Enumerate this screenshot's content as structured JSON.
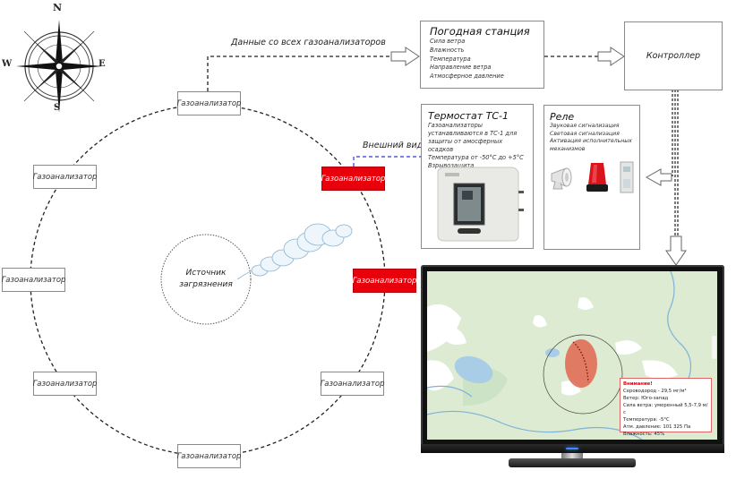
{
  "compass": {
    "north": "N",
    "east": "E",
    "south": "S",
    "west": "W"
  },
  "data_link_label": "Данные со всех газоанализаторов",
  "external_view_label": "Внешний вид",
  "pollution_source": {
    "line1": "Источник",
    "line2": "загрязнения"
  },
  "analyzers": [
    {
      "label": "Газоанализатор",
      "status": "normal",
      "position": "top"
    },
    {
      "label": "Газоанализатор",
      "status": "normal",
      "position": "upper-left"
    },
    {
      "label": "Газоанализатор",
      "status": "alert",
      "position": "upper-right"
    },
    {
      "label": "Газоанализатор",
      "status": "normal",
      "position": "left"
    },
    {
      "label": "Газоанализатор",
      "status": "alert",
      "position": "right"
    },
    {
      "label": "Газоанализатор",
      "status": "normal",
      "position": "lower-left"
    },
    {
      "label": "Газоанализатор",
      "status": "normal",
      "position": "lower-right"
    },
    {
      "label": "Газоанализатор",
      "status": "normal",
      "position": "bottom"
    }
  ],
  "weather_station": {
    "title": "Погодная станция",
    "items": [
      "Сила ветра",
      "Влажность",
      "Температура",
      "Направление ветра",
      "Атмосферное давление"
    ]
  },
  "controller": {
    "title": "Контроллер"
  },
  "thermostat": {
    "title": "Термостат ТС-1",
    "items": [
      "Газоанализаторы",
      "устанавливаются в ТС-1 для",
      "защиты от амосферных осадков",
      "Температура от -50°C до +5°C",
      "Взрывозащита"
    ]
  },
  "relay": {
    "title": "Реле",
    "items": [
      "Звуковая сигнализация",
      "Световая сигнализация",
      "Активация исполнительных",
      "механизмов"
    ]
  },
  "monitor": {
    "alert": {
      "header": "Внимание!",
      "lines": [
        "Сероводород - 29,5 мг/м³",
        "Ветер: Юго-запад",
        "Сила ветра: умеренный 5,5-7,9 м/с",
        "Температура: -5°C",
        "Атм. давление: 101 325 Па",
        "Влажность: 45%"
      ]
    }
  },
  "colors": {
    "alert_red": "#e8000b",
    "link_blue": "#2a3bd8",
    "plume_red": "#e06650",
    "map_green": "#dcebd2",
    "water_blue": "#a9cde6"
  }
}
